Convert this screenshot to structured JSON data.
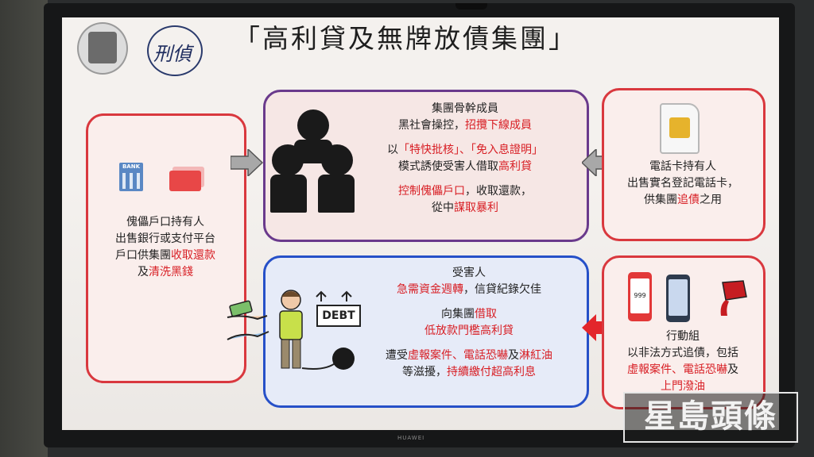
{
  "title": "「高利貸及無牌放債集團」",
  "bezel_brand": "HUAWEI",
  "watermark": "星島頭條",
  "left_box": {
    "icons": [
      "bank-icon",
      "credit-card-icon"
    ],
    "bank_label": "BANK",
    "line1": "傀儡戶口持有人",
    "line2": "出售銀行或支付平台",
    "line3_a": "戶口供集團",
    "line3_b": "收取還款",
    "line4_a": "及",
    "line4_b": "清洗黑錢"
  },
  "core_box": {
    "icon": "masked-gang-icon",
    "heading": "集團骨幹成員",
    "l1_a": "黑社會操控，",
    "l1_b": "招攬下線成員",
    "l2_a": "以",
    "l2_b": "「特快批核」、「免入息證明」",
    "l3_a": "模式誘使受害人借取",
    "l3_b": "高利貸",
    "l4_a": "控制傀儡戶口",
    "l4_b": "，收取還款，",
    "l5_a": "從中",
    "l5_b": "謀取暴利"
  },
  "sim_box": {
    "icon": "sim-card-icon",
    "heading": "電話卡持有人",
    "l1": "出售實名登記電話卡，",
    "l2_a": "供集團",
    "l2_b": "追債",
    "l2_c": "之用"
  },
  "victim_box": {
    "icons": [
      "debtor-icon",
      "money-hands-icon"
    ],
    "debt_label": "DEBT",
    "heading": "受害人",
    "l1_a": "急需資金週轉",
    "l1_b": "，信貸紀錄欠佳",
    "l2_a": "向集團",
    "l2_b": "借取",
    "l3": "低放款門檻高利貸",
    "l4_a": "遭受",
    "l4_b": "虛報案件、電話恐嚇",
    "l4_c": "及",
    "l4_d": "淋紅油",
    "l5_a": "等滋擾，",
    "l5_b": "持續繳付超高利息"
  },
  "action_box": {
    "icons": [
      "phone-999-icon",
      "smartphone-icon",
      "paint-bucket-icon"
    ],
    "phone_text": "999",
    "heading": "行動組",
    "l1": "以非法方式追債，包括",
    "l2_a": "虛報案件、電話恐嚇",
    "l2_b": "及",
    "l3": "上門潑油"
  },
  "colors": {
    "red": "#d81e24",
    "purple": "#6a3a8c",
    "blue": "#2650c8"
  }
}
